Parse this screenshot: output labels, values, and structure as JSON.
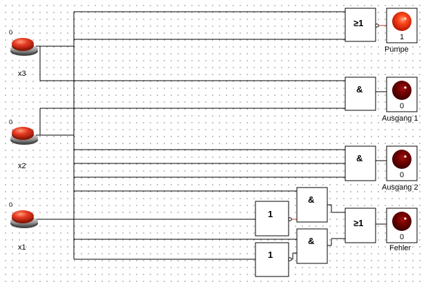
{
  "inputs": [
    {
      "label": "x3",
      "value": "0"
    },
    {
      "label": "x2",
      "value": "0"
    },
    {
      "label": "x1",
      "value": "0"
    }
  ],
  "gates": {
    "or_pumpe": "≥1",
    "and_ausgang1": "&",
    "and_ausgang2": "&",
    "and_upper": "&",
    "and_lower": "&",
    "not_upper": "1",
    "not_lower": "1",
    "or_fehler": "≥1"
  },
  "outputs": [
    {
      "label": "Pumpe",
      "value": "1",
      "state": "on"
    },
    {
      "label": "Ausgang 1",
      "value": "0",
      "state": "off"
    },
    {
      "label": "Ausgang 2",
      "value": "0",
      "state": "off"
    },
    {
      "label": "Fehler",
      "value": "0",
      "state": "off"
    }
  ],
  "colors": {
    "lamp_on": "#ff3b1a",
    "lamp_off": "#7a0000",
    "switch_red": "#e03a2a",
    "signal_wire": "#c0392b"
  }
}
